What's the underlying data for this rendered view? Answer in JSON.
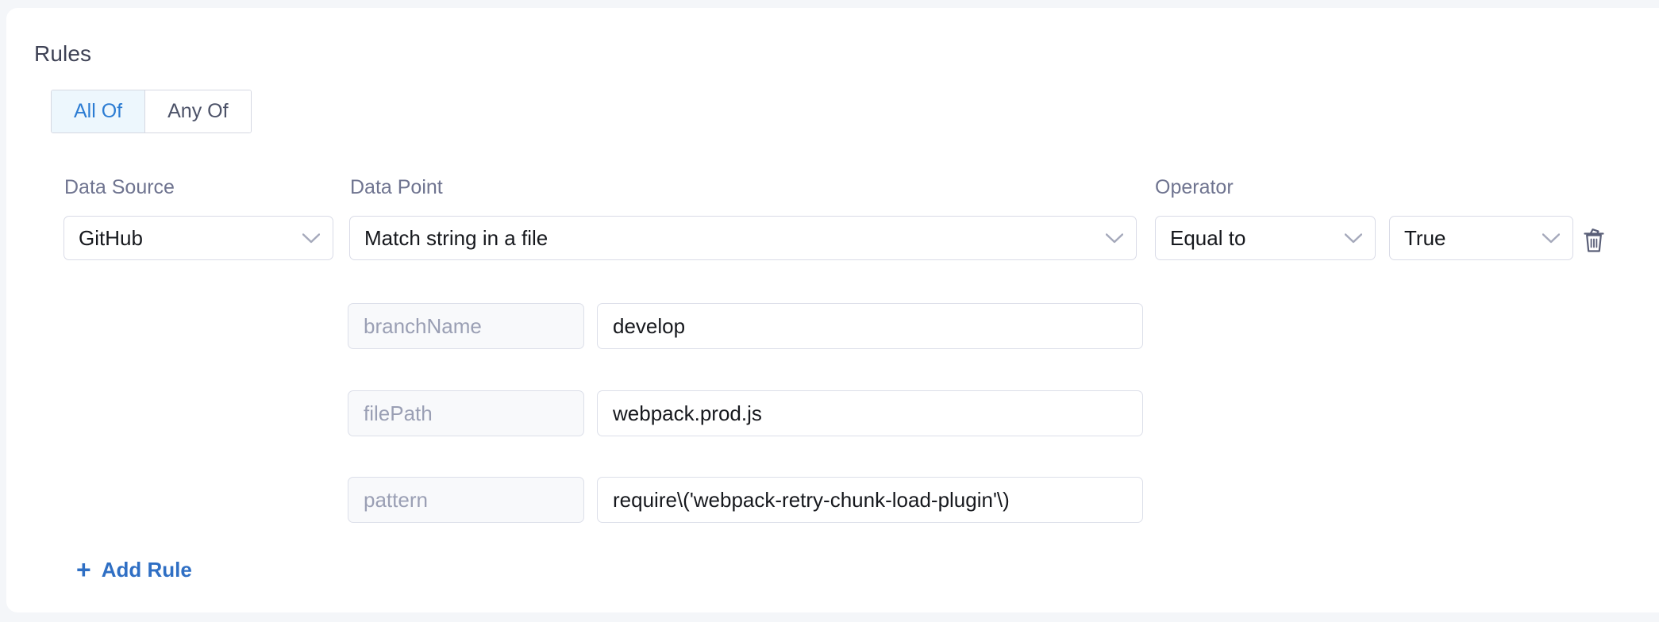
{
  "section": {
    "title": "Rules"
  },
  "match_toggle": {
    "options": [
      {
        "label": "All Of",
        "active": true
      },
      {
        "label": "Any Of",
        "active": false
      }
    ]
  },
  "columns": {
    "data_source_label": "Data Source",
    "data_point_label": "Data Point",
    "operator_label": "Operator"
  },
  "rule": {
    "data_source": "GitHub",
    "data_point": "Match string in a file",
    "operator": "Equal to",
    "value": "True",
    "delete_icon": "trash-icon",
    "chevron_icon": "chevron-down-icon",
    "parameters": [
      {
        "key": "branchName",
        "value": "develop"
      },
      {
        "key": "filePath",
        "value": "webpack.prod.js"
      },
      {
        "key": "pattern",
        "value": "require\\('webpack-retry-chunk-load-plugin'\\)"
      }
    ]
  },
  "actions": {
    "add_rule_label": "Add Rule",
    "add_rule_icon": "plus-icon"
  },
  "colors": {
    "accent_blue": "#2f6fc4",
    "active_tab_text": "#2b7cd3",
    "active_tab_bg": "#edf7fd",
    "label_muted": "#6f7490",
    "heading": "#3e4255",
    "border": "#d9dbe7",
    "readonly_bg": "#f8f9fb",
    "page_bg": "#f4f6f9"
  }
}
